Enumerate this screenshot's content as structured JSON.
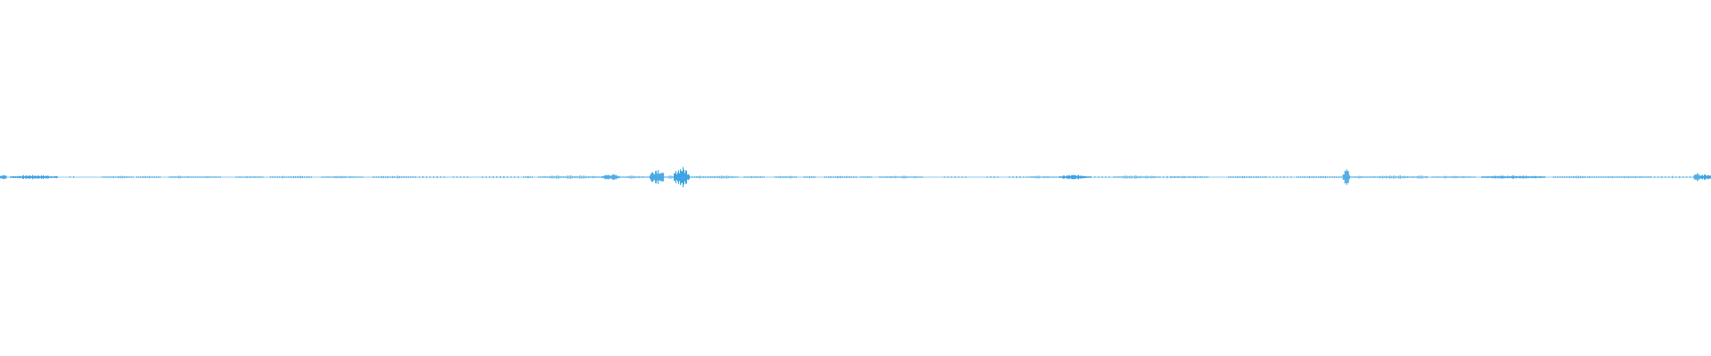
{
  "waveform": {
    "color": "#3fa4e3",
    "baseline_color": "#8ccbf0",
    "segments": [
      {
        "start": 0.0,
        "end": 0.004,
        "amplitude": 0.3,
        "density": "dense"
      },
      {
        "start": 0.006,
        "end": 0.034,
        "amplitude": 0.2,
        "density": "dense"
      },
      {
        "start": 0.041,
        "end": 0.044,
        "amplitude": 0.12,
        "density": "sparse"
      },
      {
        "start": 0.06,
        "end": 0.078,
        "amplitude": 0.12,
        "density": "medium"
      },
      {
        "start": 0.08,
        "end": 0.094,
        "amplitude": 0.12,
        "density": "medium"
      },
      {
        "start": 0.099,
        "end": 0.11,
        "amplitude": 0.14,
        "density": "medium"
      },
      {
        "start": 0.11,
        "end": 0.129,
        "amplitude": 0.1,
        "density": "medium"
      },
      {
        "start": 0.138,
        "end": 0.154,
        "amplitude": 0.14,
        "density": "medium"
      },
      {
        "start": 0.158,
        "end": 0.183,
        "amplitude": 0.14,
        "density": "medium"
      },
      {
        "start": 0.188,
        "end": 0.212,
        "amplitude": 0.12,
        "density": "medium"
      },
      {
        "start": 0.218,
        "end": 0.242,
        "amplitude": 0.14,
        "density": "medium"
      },
      {
        "start": 0.243,
        "end": 0.26,
        "amplitude": 0.12,
        "density": "sparse"
      },
      {
        "start": 0.265,
        "end": 0.274,
        "amplitude": 0.1,
        "density": "sparse"
      },
      {
        "start": 0.282,
        "end": 0.304,
        "amplitude": 0.12,
        "density": "sparse"
      },
      {
        "start": 0.306,
        "end": 0.312,
        "amplitude": 0.12,
        "density": "medium"
      },
      {
        "start": 0.315,
        "end": 0.352,
        "amplitude": 0.18,
        "density": "medium"
      },
      {
        "start": 0.352,
        "end": 0.362,
        "amplitude": 0.3,
        "density": "dense"
      },
      {
        "start": 0.362,
        "end": 0.38,
        "amplitude": 0.16,
        "density": "medium"
      },
      {
        "start": 0.38,
        "end": 0.388,
        "amplitude": 0.9,
        "density": "dense"
      },
      {
        "start": 0.388,
        "end": 0.394,
        "amplitude": 0.16,
        "density": "medium"
      },
      {
        "start": 0.394,
        "end": 0.403,
        "amplitude": 1.0,
        "density": "dense"
      },
      {
        "start": 0.403,
        "end": 0.432,
        "amplitude": 0.18,
        "density": "medium"
      },
      {
        "start": 0.435,
        "end": 0.447,
        "amplitude": 0.12,
        "density": "medium"
      },
      {
        "start": 0.453,
        "end": 0.466,
        "amplitude": 0.16,
        "density": "medium"
      },
      {
        "start": 0.47,
        "end": 0.477,
        "amplitude": 0.12,
        "density": "medium"
      },
      {
        "start": 0.482,
        "end": 0.501,
        "amplitude": 0.12,
        "density": "medium"
      },
      {
        "start": 0.503,
        "end": 0.51,
        "amplitude": 0.12,
        "density": "medium"
      },
      {
        "start": 0.514,
        "end": 0.54,
        "amplitude": 0.14,
        "density": "medium"
      },
      {
        "start": 0.552,
        "end": 0.566,
        "amplitude": 0.12,
        "density": "sparse"
      },
      {
        "start": 0.577,
        "end": 0.584,
        "amplitude": 0.12,
        "density": "sparse"
      },
      {
        "start": 0.59,
        "end": 0.6,
        "amplitude": 0.12,
        "density": "sparse"
      },
      {
        "start": 0.6,
        "end": 0.618,
        "amplitude": 0.14,
        "density": "medium"
      },
      {
        "start": 0.619,
        "end": 0.638,
        "amplitude": 0.22,
        "density": "dense"
      },
      {
        "start": 0.64,
        "end": 0.65,
        "amplitude": 0.1,
        "density": "sparse"
      },
      {
        "start": 0.651,
        "end": 0.678,
        "amplitude": 0.18,
        "density": "medium"
      },
      {
        "start": 0.678,
        "end": 0.69,
        "amplitude": 0.12,
        "density": "sparse"
      },
      {
        "start": 0.685,
        "end": 0.706,
        "amplitude": 0.12,
        "density": "medium"
      },
      {
        "start": 0.718,
        "end": 0.74,
        "amplitude": 0.12,
        "density": "medium"
      },
      {
        "start": 0.74,
        "end": 0.756,
        "amplitude": 0.12,
        "density": "sparse"
      },
      {
        "start": 0.758,
        "end": 0.785,
        "amplitude": 0.12,
        "density": "medium"
      },
      {
        "start": 0.785,
        "end": 0.789,
        "amplitude": 0.75,
        "density": "dense"
      },
      {
        "start": 0.789,
        "end": 0.803,
        "amplitude": 0.14,
        "density": "medium"
      },
      {
        "start": 0.803,
        "end": 0.826,
        "amplitude": 0.18,
        "density": "medium"
      },
      {
        "start": 0.826,
        "end": 0.835,
        "amplitude": 0.16,
        "density": "medium"
      },
      {
        "start": 0.837,
        "end": 0.863,
        "amplitude": 0.14,
        "density": "medium"
      },
      {
        "start": 0.866,
        "end": 0.903,
        "amplitude": 0.16,
        "density": "dense"
      },
      {
        "start": 0.908,
        "end": 0.935,
        "amplitude": 0.12,
        "density": "medium"
      },
      {
        "start": 0.935,
        "end": 0.965,
        "amplitude": 0.12,
        "density": "medium"
      },
      {
        "start": 0.965,
        "end": 0.99,
        "amplitude": 0.12,
        "density": "sparse"
      },
      {
        "start": 0.99,
        "end": 0.994,
        "amplitude": 0.4,
        "density": "dense"
      },
      {
        "start": 0.994,
        "end": 1.0,
        "amplitude": 0.3,
        "density": "dense"
      }
    ]
  }
}
